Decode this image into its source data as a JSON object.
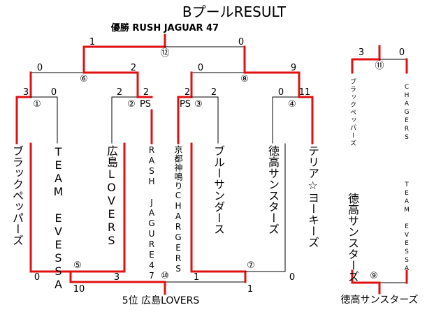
{
  "title": "BプールRESULT",
  "champion": "優勝 RUSH JAGUAR 47",
  "colors": {
    "winner_line": "#e01010",
    "loser_line": "#000000"
  },
  "main_bracket": {
    "teams": [
      "ブラックペッパーズ",
      "TEAM EVESSA",
      "広島LOVERS",
      "RASH JAGURE47",
      "京都神鳴りCHARGERS",
      "ブルーサンダース",
      "徳高サンスターズ",
      "テリア☆ヨーキーズ"
    ],
    "matches": {
      "m1": {
        "label": "①",
        "scores": [
          "3",
          "0"
        ]
      },
      "m2": {
        "label": "②",
        "scores": [
          "2",
          "2"
        ],
        "note": "PS"
      },
      "m3": {
        "label": "③",
        "scores": [
          "2",
          "2"
        ],
        "note": "PS"
      },
      "m4": {
        "label": "④",
        "scores": [
          "0",
          "11"
        ]
      },
      "m6": {
        "label": "⑥",
        "scores": [
          "0",
          "2"
        ]
      },
      "m8": {
        "label": "⑧",
        "scores": [
          "0",
          "9"
        ]
      },
      "m12": {
        "label": "⑫",
        "scores": [
          "1",
          "0"
        ]
      },
      "m5": {
        "label": "⑤",
        "scores": [
          "0",
          "3"
        ]
      },
      "m7": {
        "label": "⑦",
        "scores": [
          "1",
          "0"
        ]
      },
      "m10": {
        "label": "⑩",
        "scores": [
          "10",
          "1"
        ]
      }
    },
    "fifth_place": "5位 広島LOVERS"
  },
  "side_bracket": {
    "m11": {
      "label": "⑪",
      "scores": [
        "3",
        "0"
      ],
      "teams": [
        "ブラックペッパーズ",
        "CHAGERS"
      ]
    },
    "m9": {
      "label": "⑨",
      "teams": [
        "徳高サンスターズ",
        "TEAM EVESSA"
      ],
      "winner": "徳高サンスターズ"
    }
  }
}
